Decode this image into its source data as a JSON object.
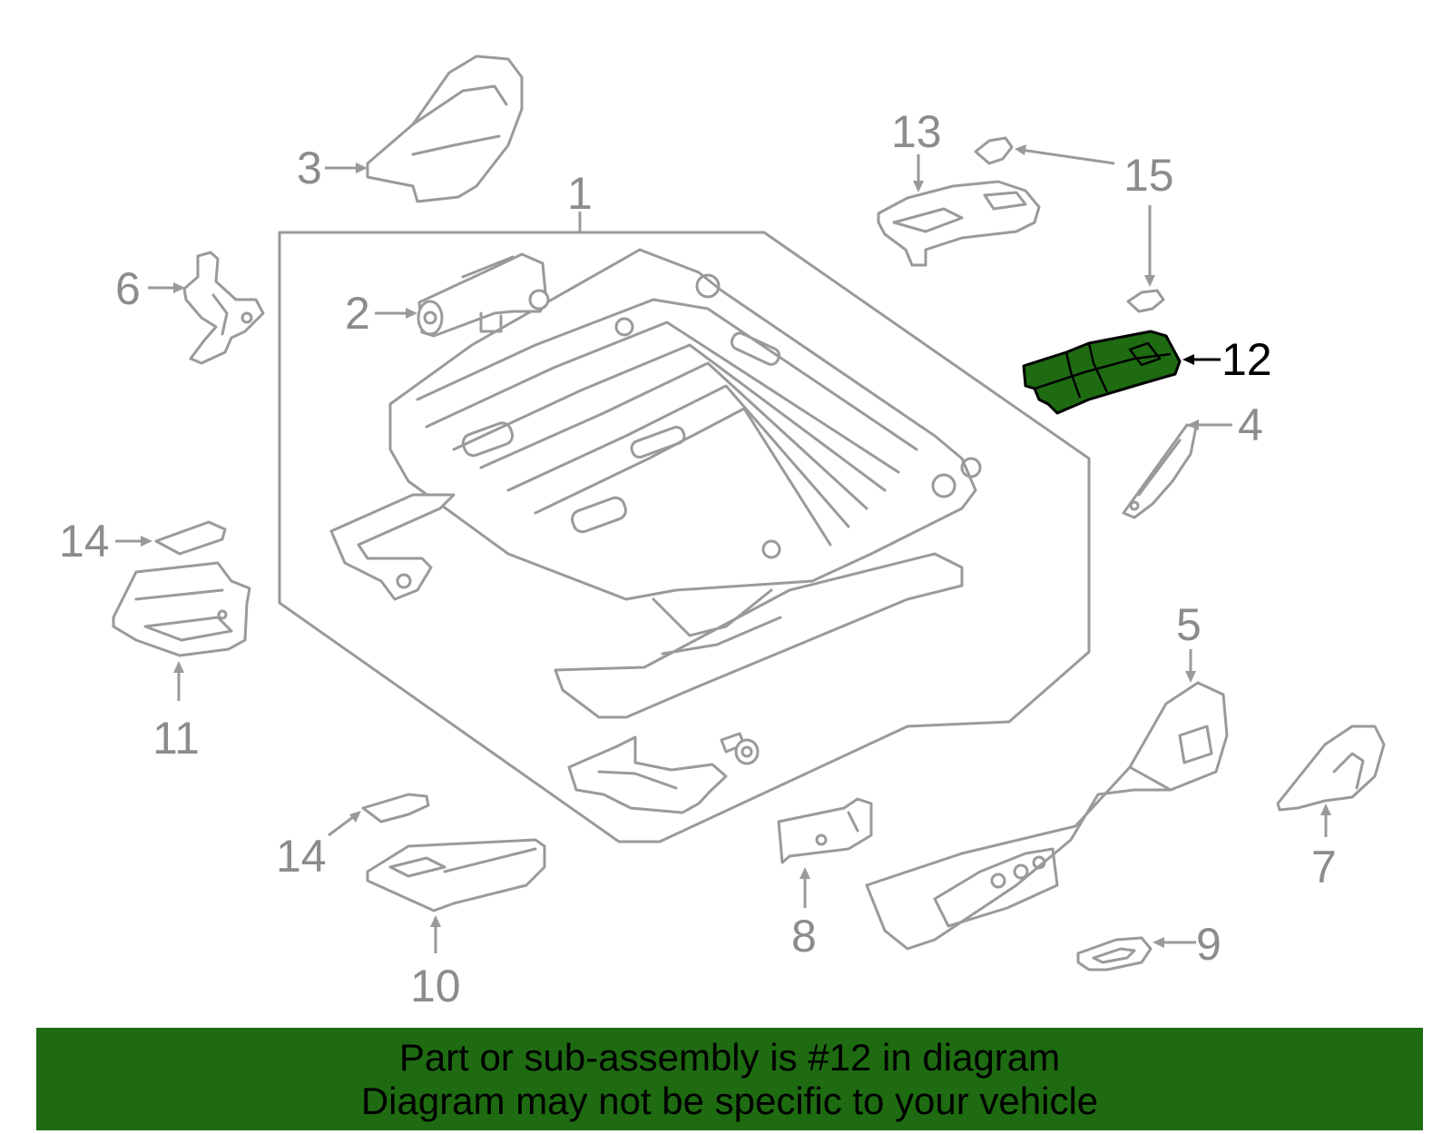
{
  "callouts": {
    "c1": "1",
    "c2": "2",
    "c3": "3",
    "c4": "4",
    "c5": "5",
    "c6": "6",
    "c7": "7",
    "c8": "8",
    "c9": "9",
    "c10": "10",
    "c11": "11",
    "c12": "12",
    "c13": "13",
    "c14a": "14",
    "c14b": "14",
    "c15": "15"
  },
  "highlighted_part": "12",
  "colors": {
    "highlight_fill": "#1e6b12",
    "banner_background": "#1e6b12",
    "part_outline": "#9a9a9a",
    "label_text": "#8c8c8c"
  },
  "banner": {
    "line1": "Part or sub-assembly is #12 in diagram",
    "line2": "Diagram may not be specific to your vehicle"
  }
}
